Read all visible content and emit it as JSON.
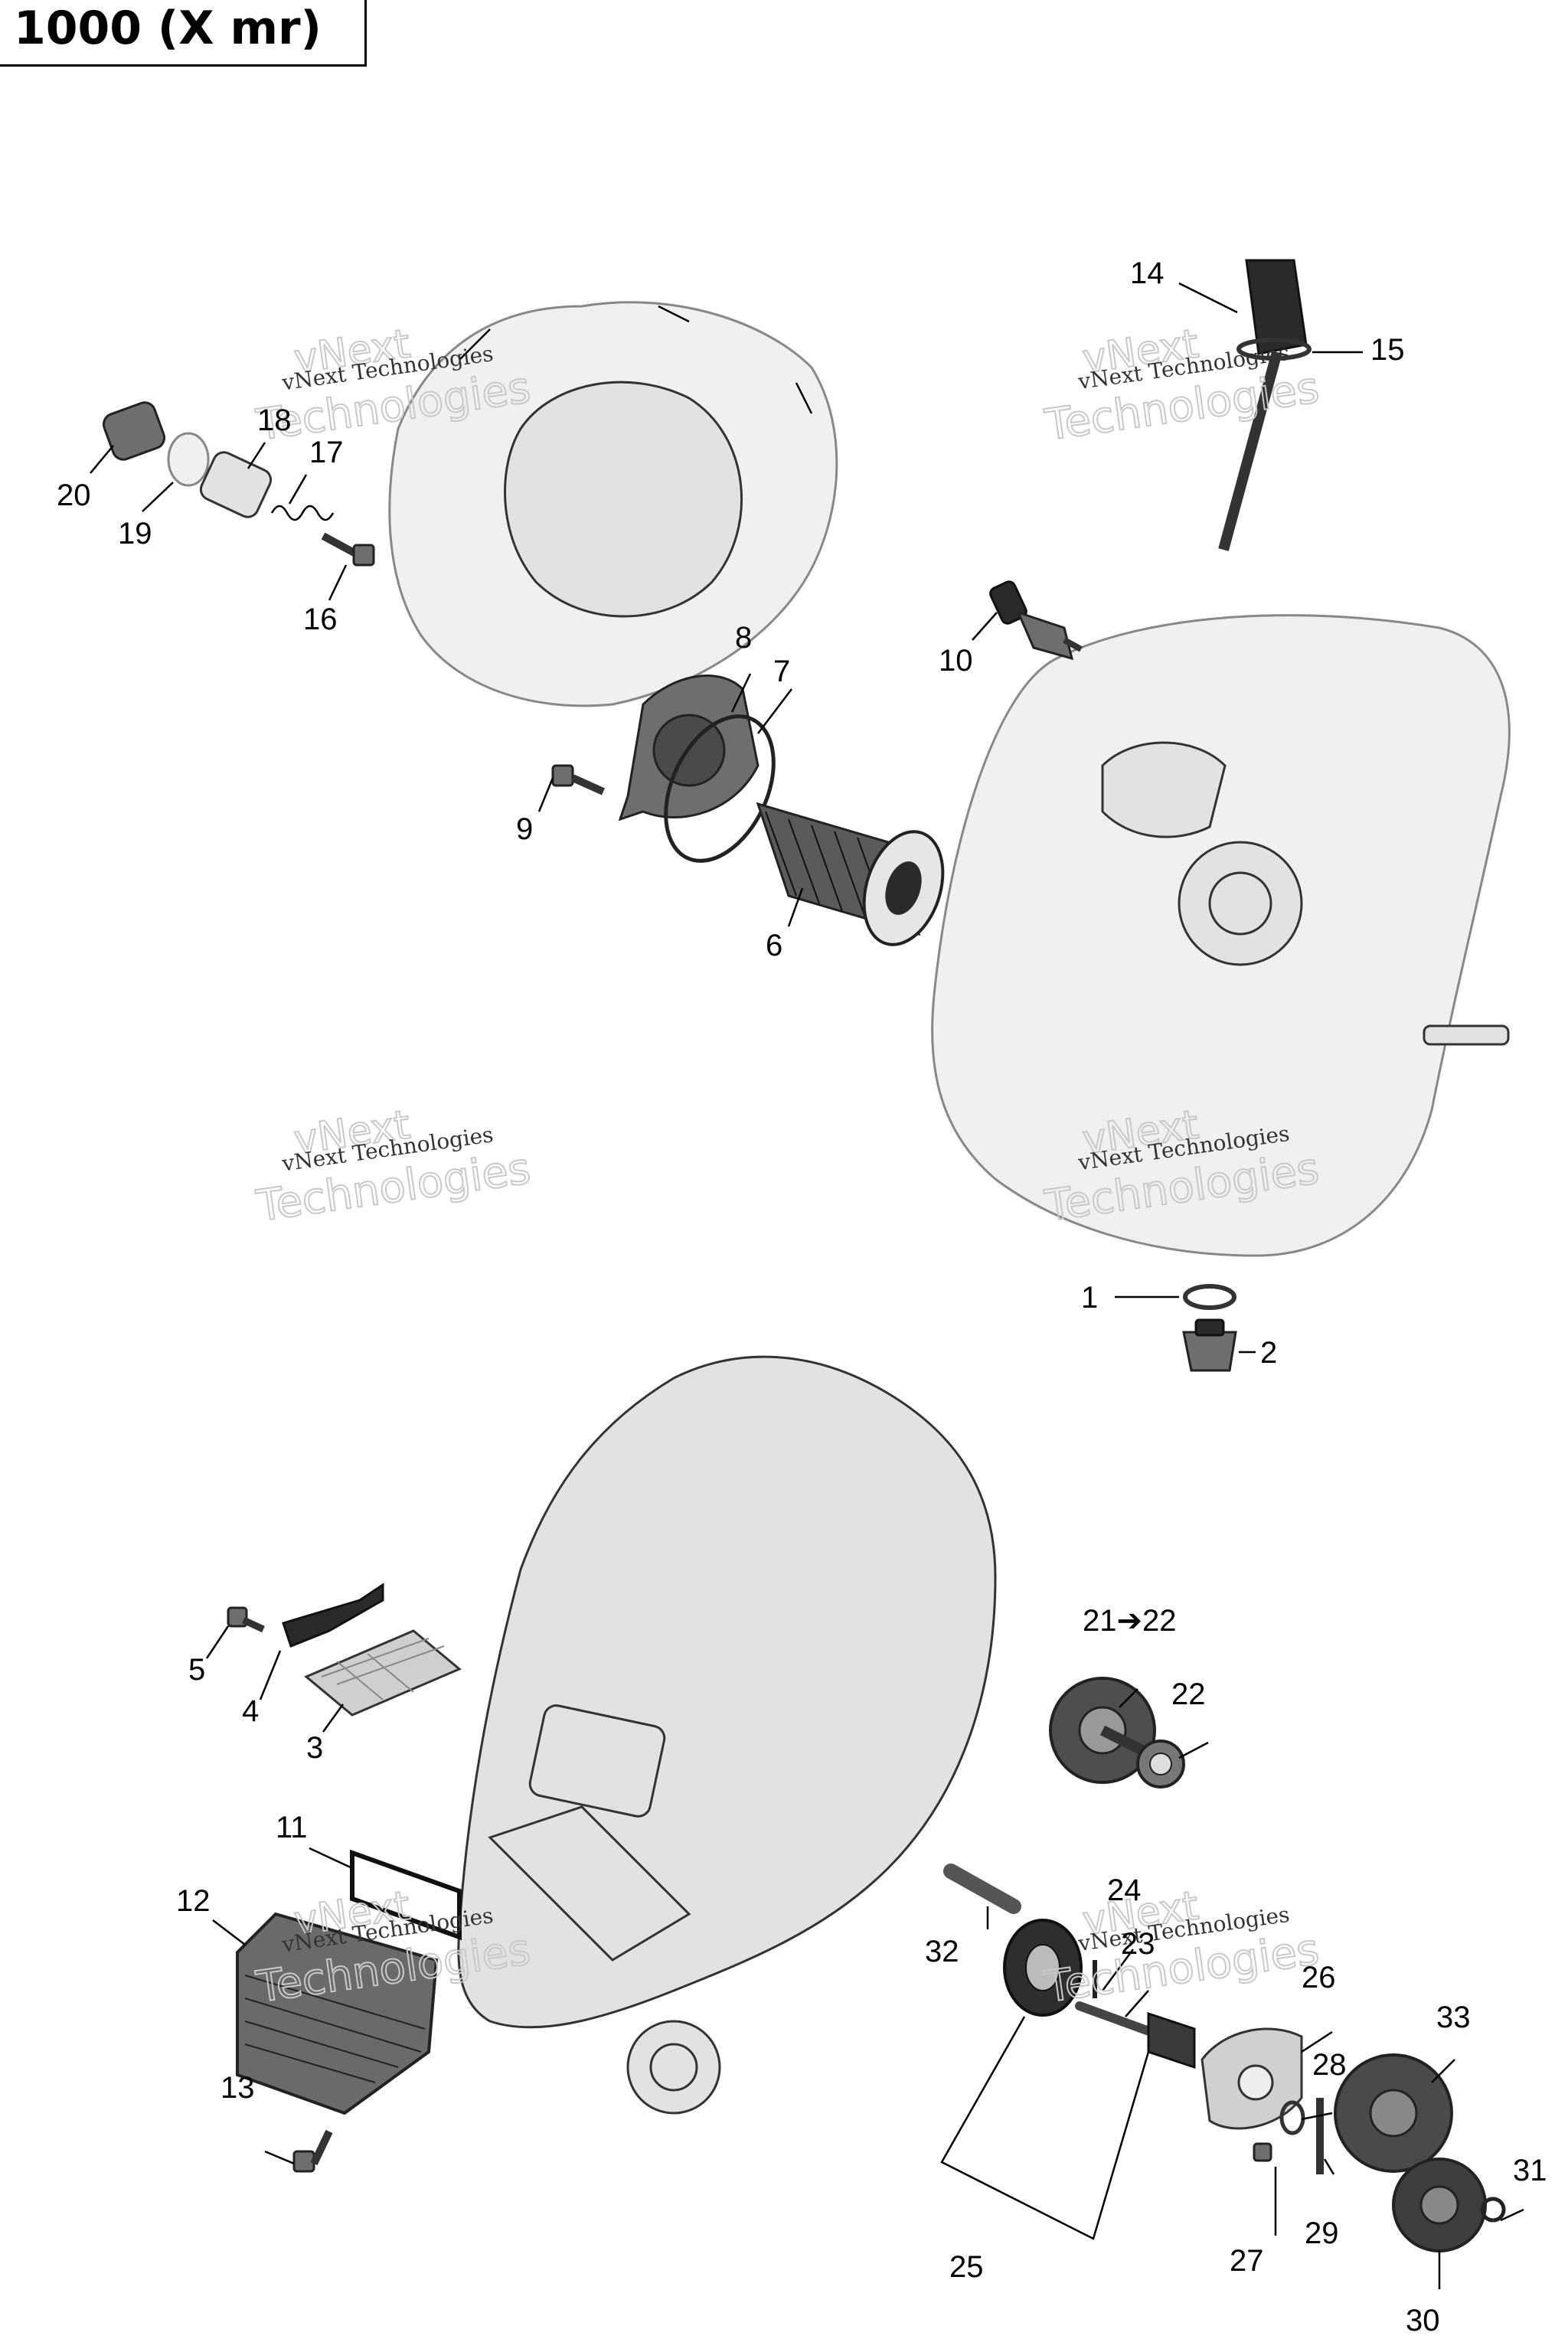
{
  "title": "1000 (X mr)",
  "watermark": {
    "line0": "vNext",
    "line1": "vNext Technologies",
    "line2": "Technologies"
  },
  "callouts": [
    "1",
    "2",
    "3",
    "4",
    "5",
    "6",
    "7",
    "8",
    "9",
    "10",
    "11",
    "12",
    "13",
    "14",
    "15",
    "16",
    "17",
    "18",
    "19",
    "20",
    "21➔22",
    "22",
    "23",
    "24",
    "25",
    "26",
    "27",
    "28",
    "29",
    "30",
    "31",
    "32",
    "33"
  ]
}
